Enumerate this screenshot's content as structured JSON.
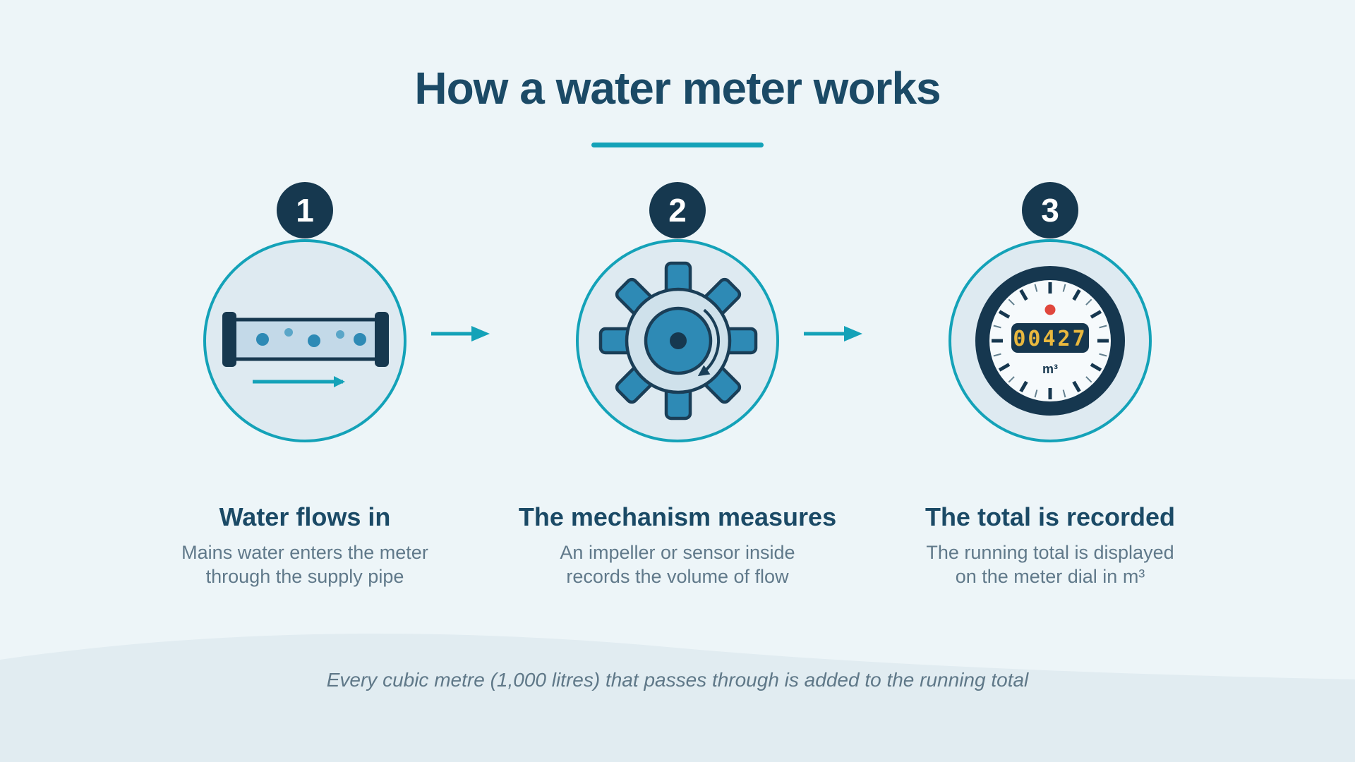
{
  "title": "How a water meter works",
  "steps": [
    {
      "number": "1",
      "heading": "Water flows in",
      "desc_line1": "Mains water enters the meter",
      "desc_line2": "through the supply pipe"
    },
    {
      "number": "2",
      "heading": "The mechanism measures",
      "desc_line1": "An impeller or sensor inside",
      "desc_line2": "records the volume of flow"
    },
    {
      "number": "3",
      "heading": "The total is recorded",
      "desc_line1": "The running total is displayed",
      "desc_line2": "on the meter dial in m³"
    }
  ],
  "meter": {
    "reading": "00427",
    "unit": "m³"
  },
  "caption": "Every cubic metre (1,000 litres) that passes through is added to the running total",
  "colors": {
    "background": "#edf5f8",
    "wave": "#e1ecf1",
    "navy": "#16384f",
    "heading_navy": "#1b4a66",
    "teal_accent": "#14a2b8",
    "medium_blue": "#2e8ab5",
    "light_blue_fill": "#deeaf1",
    "pipe_fill": "#c3d9e8",
    "dial_face": "#f6fafc",
    "digit_amber": "#e9b83e",
    "indicator_red": "#e0473d",
    "body_text": "#60798a"
  }
}
